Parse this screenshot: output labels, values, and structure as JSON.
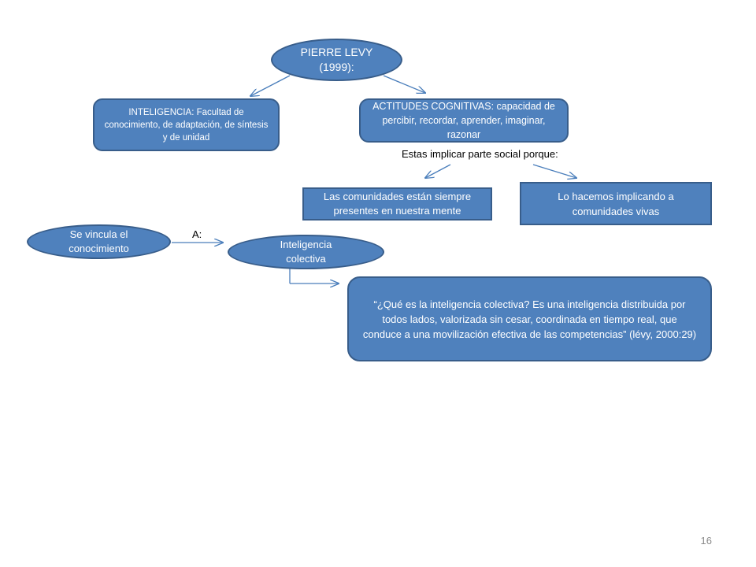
{
  "slide_number": "16",
  "nodes": {
    "root": "PIERRE LEVY (1999):",
    "inteligencia": "INTELIGENCIA: Facultad de conocimiento, de adaptación, de síntesis y de unidad",
    "actitudes": "ACTITUDES COGNITIVAS: capacidad de percibir, recordar, aprender, imaginar, razonar",
    "comunidades_mente": "Las comunidades están siempre presentes en  nuestra mente",
    "comunidades_vivas": "Lo hacemos implicando a comunidades vivas",
    "vincula": "Se vincula el conocimiento",
    "colectiva": "Inteligencia colectiva",
    "cita": "“¿Qué es la inteligencia colectiva? Es una inteligencia distribuida por todos lados, valorizada sin cesar, coordinada en tiempo real, que conduce a una movilización efectiva de las competencias” (lévy, 2000:29)"
  },
  "labels": {
    "social": "Estas implicar parte social porque:",
    "a": "A:"
  },
  "colors": {
    "fill": "#4f81bd",
    "border": "#385d8a",
    "arrow": "#4a7ebb"
  }
}
